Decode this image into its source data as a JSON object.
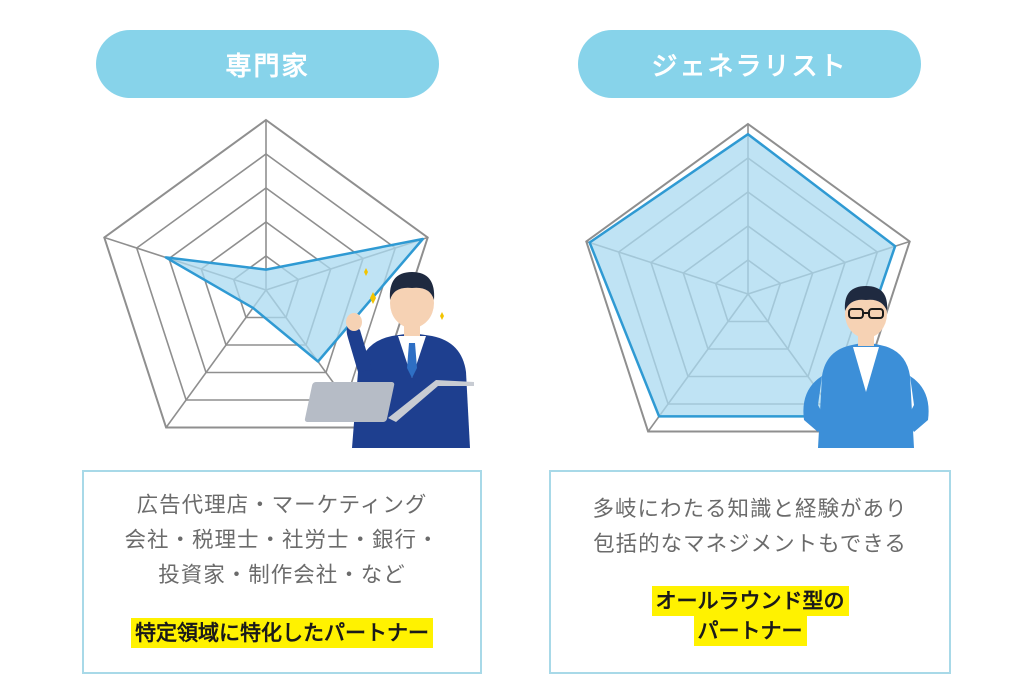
{
  "colors": {
    "pill": "#87d3ea",
    "grid": "#8f8f8f",
    "fill": "#a9d9f0",
    "stroke": "#2f9ad3",
    "highlight": "#fff200",
    "card_border": "#a8d9e8"
  },
  "left": {
    "title": "専門家",
    "description": [
      "広告代理店・マーケティング",
      "会社・税理士・社労士・銀行・",
      "投資家・制作会社・など"
    ],
    "highlight": [
      "特定領域に特化したパートナー"
    ],
    "character_icon": "businessman-with-laptop-icon"
  },
  "right": {
    "title": "ジェネラリスト",
    "description": [
      "多岐にわたる知識と経験があり",
      "包括的なマネジメントもできる"
    ],
    "highlight": [
      "オールラウンド型の",
      "パートナー"
    ],
    "character_icon": "businessman-with-glasses-icon"
  },
  "chart_data": [
    {
      "type": "radar",
      "axes": 5,
      "rings": 5,
      "values": [
        0.12,
        0.97,
        0.52,
        0.13,
        0.62
      ],
      "axis_labels": []
    },
    {
      "type": "radar",
      "axes": 5,
      "rings": 5,
      "values": [
        0.94,
        0.91,
        0.89,
        0.89,
        0.98
      ],
      "axis_labels": []
    }
  ]
}
